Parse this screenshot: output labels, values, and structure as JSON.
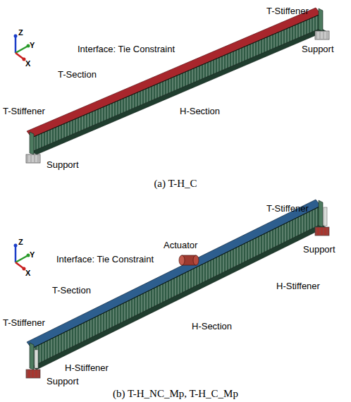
{
  "diagram": {
    "labels": [
      "T-Stiffener",
      "Support",
      "Interface: Tie Constraint",
      "T-Section",
      "H-Section",
      "T-Stiffener",
      "Support",
      "(a) T-H_C",
      "Z",
      "Y",
      "X",
      "T-Stiffener",
      "Actuator",
      "Interface: Tie Constraint",
      "Support",
      "H-Stiffener",
      "T-Section",
      "H-Section",
      "T-Stiffener",
      "H-Stiffener",
      "Support",
      "(b) T-H_NC_Mp, T-H_C_Mp",
      "Z",
      "Y",
      "X"
    ]
  }
}
